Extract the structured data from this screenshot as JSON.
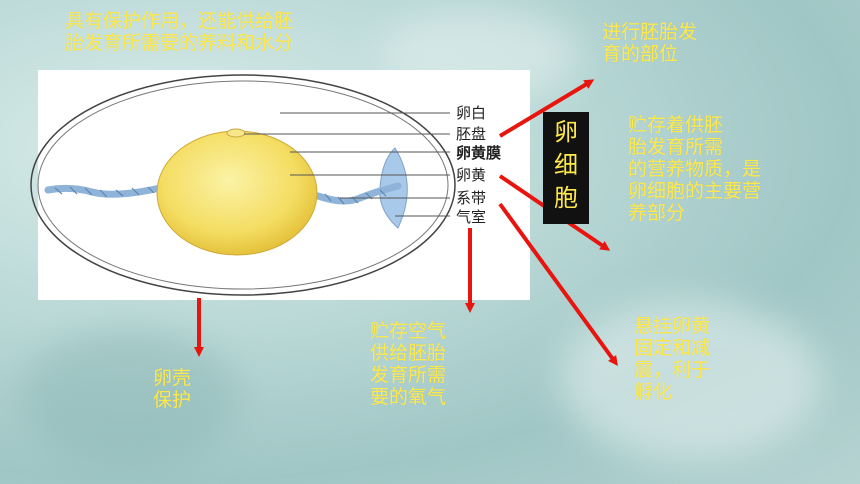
{
  "labels": {
    "luanbai": "卵白",
    "peipan": "胚盘",
    "luanhuangmo": "卵黄膜",
    "luanhuang": "卵黄",
    "xidai": "系带",
    "qishi": "气室"
  },
  "tag": "卵细胞",
  "annotations": {
    "top_left_line1": "具有保护作用，还能供给胚",
    "top_left_line2": "胎发育所需要的养料和水分",
    "peipan_line1": "进行胚胎发",
    "peipan_line2": "育的部位",
    "luanhuang_line1": "贮存着供胚",
    "luanhuang_line2": "胎发育所需",
    "luanhuang_line3": "的营养物质，是",
    "luanhuang_line4": "卵细胞的主要营",
    "luanhuang_line5": "养部分",
    "xidai_line1": "悬挂卵黄",
    "xidai_line2": "固定和减",
    "xidai_line3": "震，利于",
    "xidai_line4": "孵化",
    "qishi_line1": "贮存空气",
    "qishi_line2": "供给胚胎",
    "qishi_line3": "发育所需",
    "qishi_line4": "要的氧气",
    "shell_line1": "卵壳",
    "shell_line2": "保护"
  },
  "colors": {
    "arrow": "#e8150f",
    "annotation": "#ffe94a",
    "yolk": "#f6e27a",
    "air_cell": "#a9c9ea"
  }
}
